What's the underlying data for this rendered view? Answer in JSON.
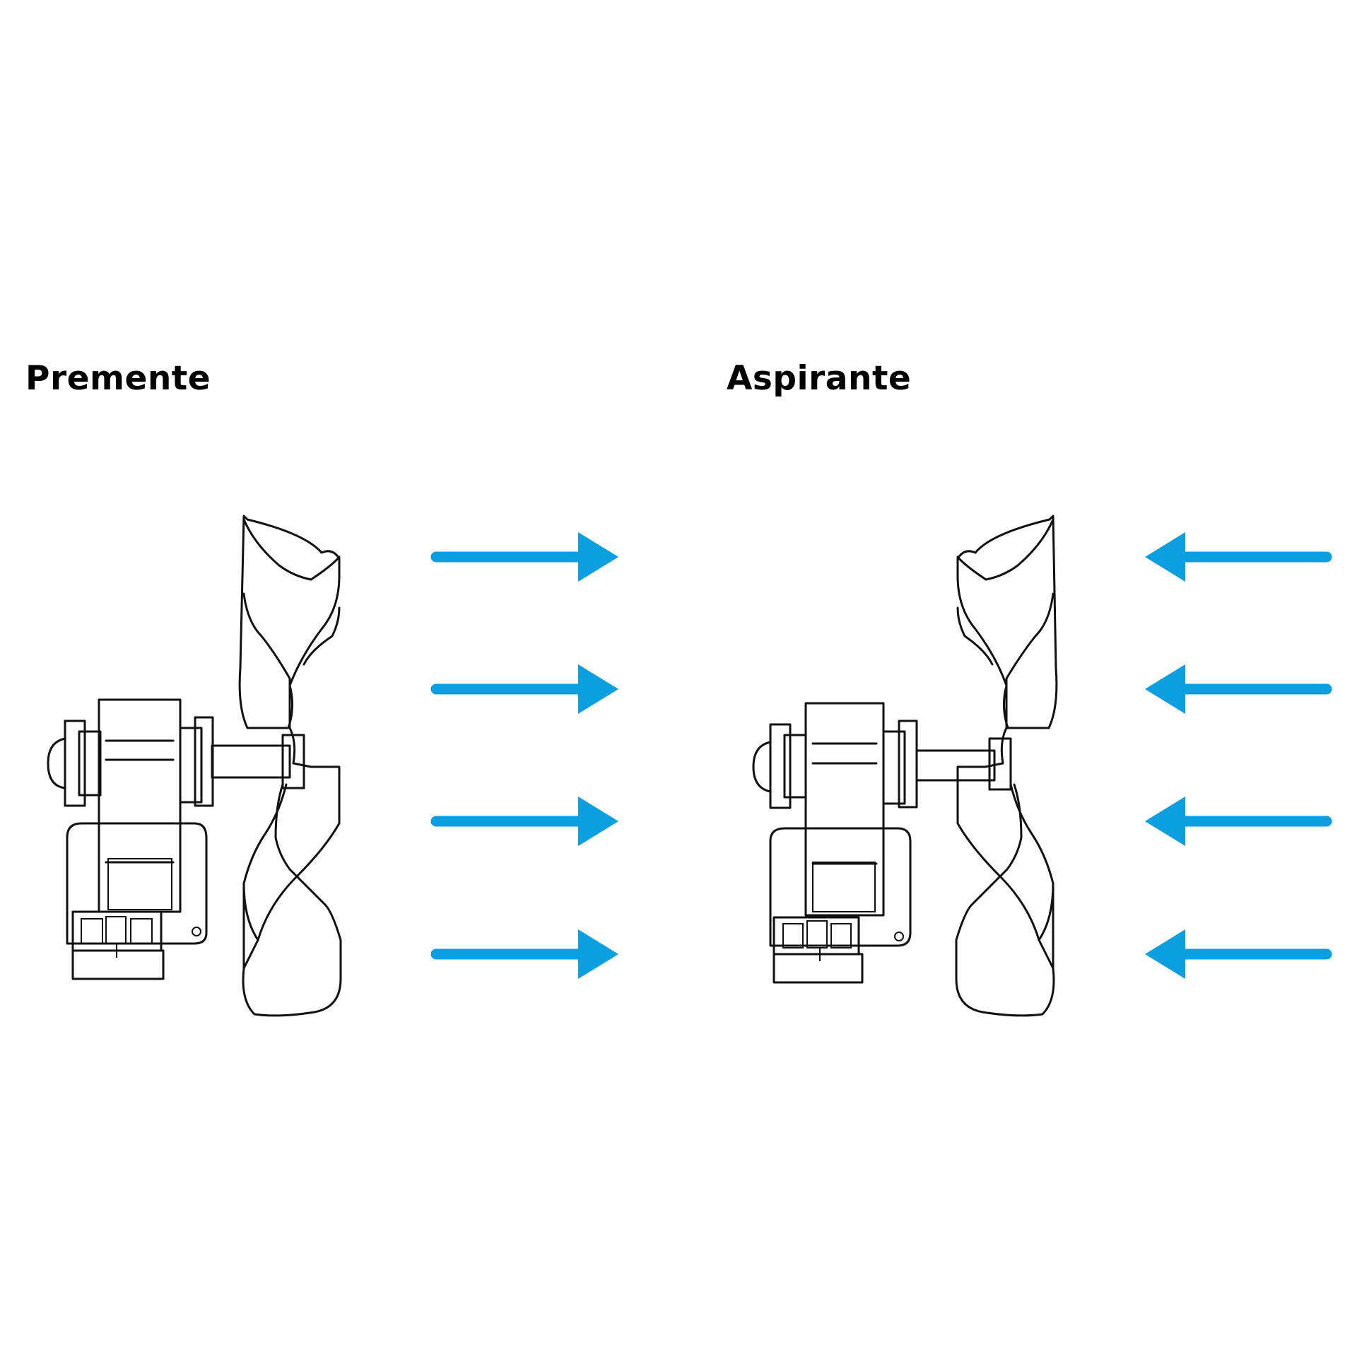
{
  "labels": {
    "premente": "Premente",
    "aspirante": "Aspirante"
  },
  "colors": {
    "arrow": "#0b9fe0",
    "outline": "#111111",
    "background": "#ffffff"
  },
  "arrows": {
    "premente": {
      "direction": "right",
      "count": 4
    },
    "aspirante": {
      "direction": "left",
      "count": 4
    }
  }
}
